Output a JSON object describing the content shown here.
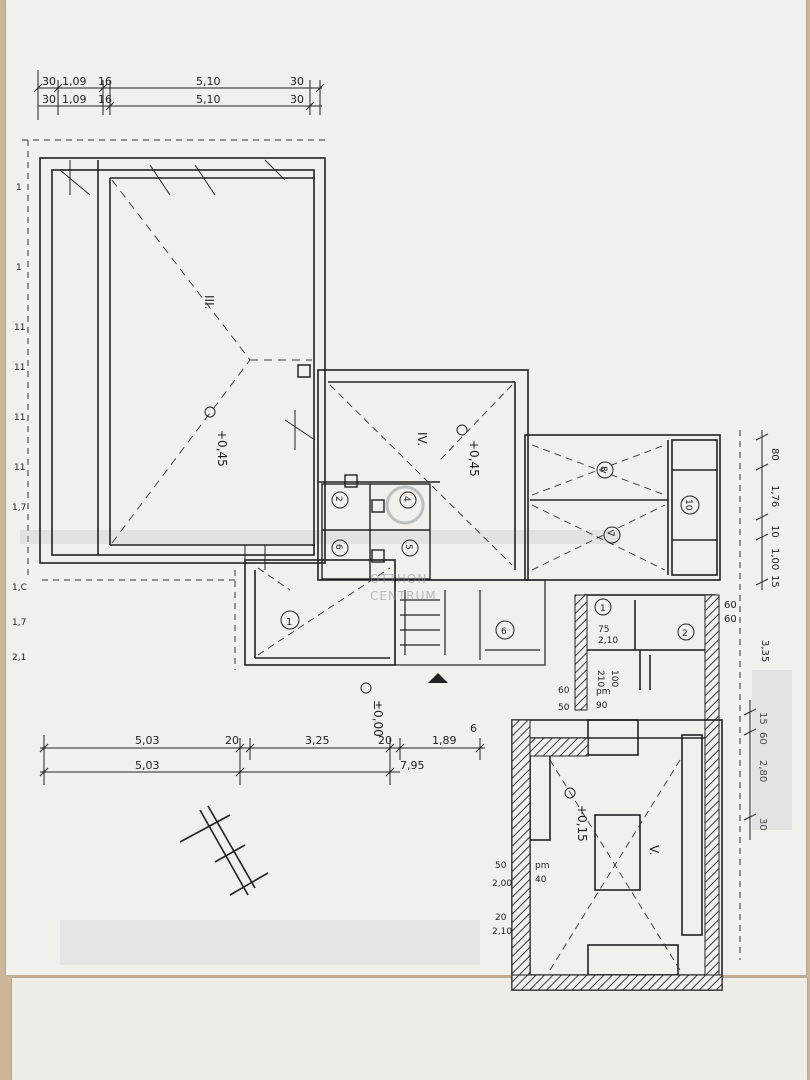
{
  "dimensions": {
    "top_row1": [
      "30",
      "1,09",
      "16",
      "5,10",
      "30"
    ],
    "top_row2": [
      "30",
      "1,09",
      "16",
      "5,10",
      "30"
    ],
    "bottom_row1": [
      "5,03",
      "20",
      "3,25",
      "20",
      "1,89",
      "6"
    ],
    "bottom_row2": [
      "5,03",
      "7,95"
    ],
    "right_upper": [
      "80",
      "1,76",
      "10",
      "1,00",
      "15"
    ],
    "right_mid": [
      "60",
      "60",
      "3,35"
    ],
    "right_lower": [
      "15",
      "60",
      "2,80",
      "30"
    ],
    "small": [
      "75",
      "2,10",
      "100",
      "210",
      "60",
      "50",
      "pm",
      "90",
      "50",
      "pm",
      "40",
      "2,00",
      "20",
      "2,10"
    ],
    "left_margin": [
      "1",
      "1",
      "11",
      "11",
      "11",
      "11",
      "1,7",
      "1,C",
      "1,7",
      "2,1"
    ]
  },
  "rooms": {
    "r3": "III.",
    "r4": "IV.",
    "r1": "1",
    "r2": "2",
    "r4s": "4",
    "r5": "5",
    "r6": "6",
    "r8": "8",
    "r7": "7",
    "r10": "10",
    "r1b": "1",
    "r2b": "2",
    "r5v": "V."
  },
  "levels": {
    "l1": "+0,45",
    "l2": "+0,45",
    "l3": "±0,00",
    "l4": "+0,15"
  },
  "watermark": {
    "line1": "OTTHON",
    "line2": "CENTRUM"
  },
  "colors": {
    "paper": "#f1f0ec",
    "ink": "#222222",
    "wall_hatch": "#3a3a3a",
    "background": "#cdb79a"
  }
}
